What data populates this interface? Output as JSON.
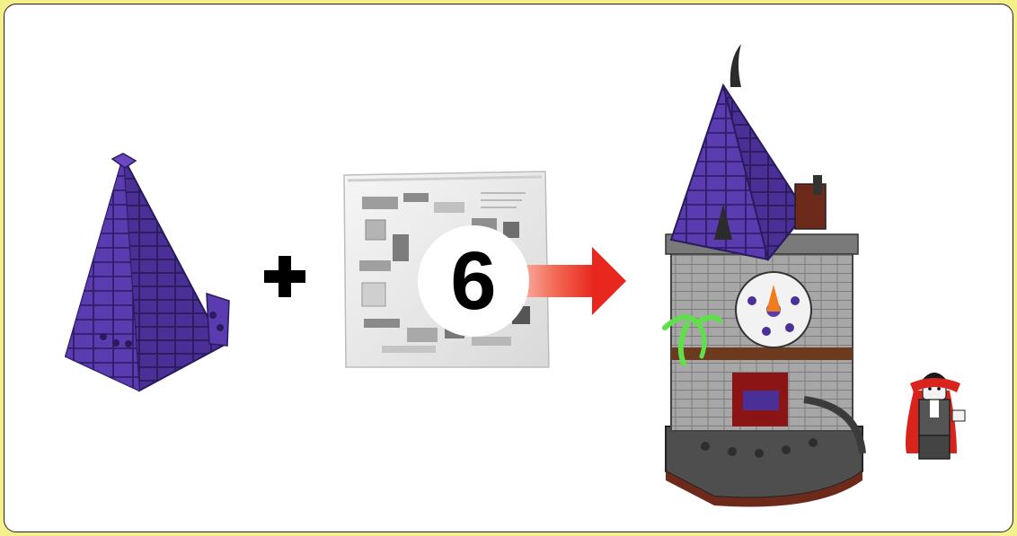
{
  "step": {
    "bag_number": "6",
    "components": [
      "roof-piece",
      "parts-bag",
      "result-tower",
      "vampire-minifigure"
    ],
    "colors": {
      "roof_purple": "#5b3bb0",
      "roof_dark": "#2a1a5e",
      "arrow_red": "#e8281e",
      "panel_border": "#222222",
      "background_yellow": "#f4f18c"
    }
  }
}
